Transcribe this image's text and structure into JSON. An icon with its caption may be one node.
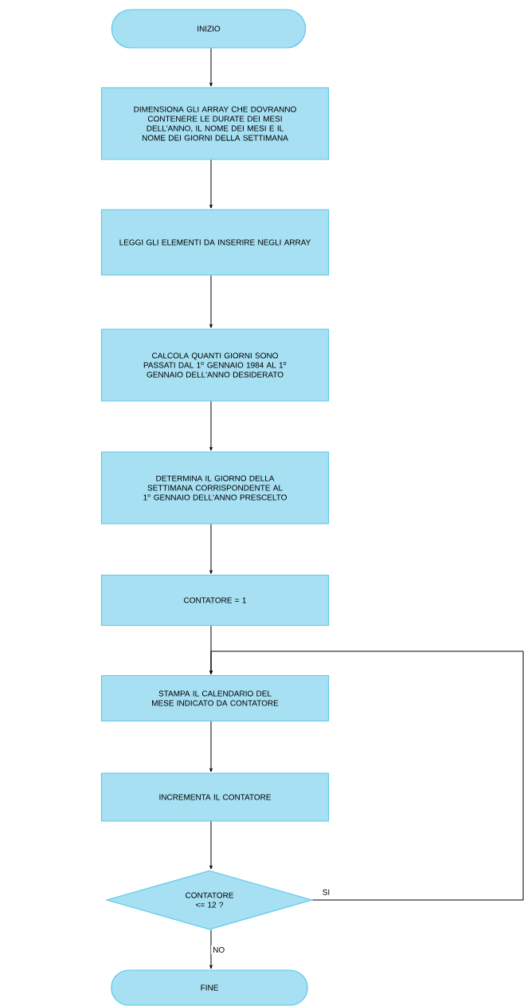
{
  "diagram": {
    "nodes": [
      {
        "text": [
          "INIZIO"
        ]
      },
      {
        "text": [
          "DIMENSIONA GLI ARRAY CHE DOVRANNO CONTENERE LE DURATE DEI MESI DELL'ANNO, IL NOME DEI MESI E IL NOME DEI GIORNI DELLA SETTIMANA"
        ]
      },
      {
        "text": [
          "LEGGI GLI ELEMENTI DA INSERIRE NEGLI ARRAY"
        ]
      },
      {
        "text": [
          "CALCOLA QUANTI GIORNI SONO PASSATI DAL 1$^{o}$ GENNAIO 1984 AL 1$^{o}$ GENNAIO DELL'ANNO DESIDERATO"
        ]
      },
      {
        "text": [
          "DETERMINA IL GIORNO DELLA SETTIMANA CORRISPONDENTE AL 1$^{o}$ GENNAIO DELL'ANNO PRESCELTO"
        ]
      },
      {
        "text": [
          "CONTATORE = 1"
        ]
      },
      {
        "text": [
          "STAMPA IL CALENDARIO DEL MESE INDICATO DA CONTATORE"
        ]
      },
      {
        "text": [
          "INCREMENTA IL CONTATORE"
        ]
      },
      {
        "text": [
          "CONTATORE <= 12 ?"
        ]
      },
      {
        "text": [
          "FINE"
        ]
      }
    ],
    "edges": [
      {
        "from": 0,
        "to": 1,
        "arrow": "to"
      },
      {
        "from": 1,
        "to": 2,
        "arrow": "to"
      },
      {
        "from": 2,
        "to": 3,
        "arrow": "to"
      },
      {
        "from": 3,
        "to": 4,
        "arrow": "to"
      },
      {
        "from": 4,
        "to": 5,
        "arrow": "to"
      },
      {
        "from": 5,
        "to": 6,
        "arrow": "to"
      },
      {
        "from": 6,
        "to": 7,
        "arrow": "to"
      },
      {
        "from": 7,
        "to": 8,
        "arrow": "to"
      },
      {
        "from": 8,
        "to": 6,
        "arrow": "to",
        "label": "SI"
      },
      {
        "from": 8,
        "to": 9,
        "arrow": "to",
        "label": "NO"
      }
    ]
  }
}
